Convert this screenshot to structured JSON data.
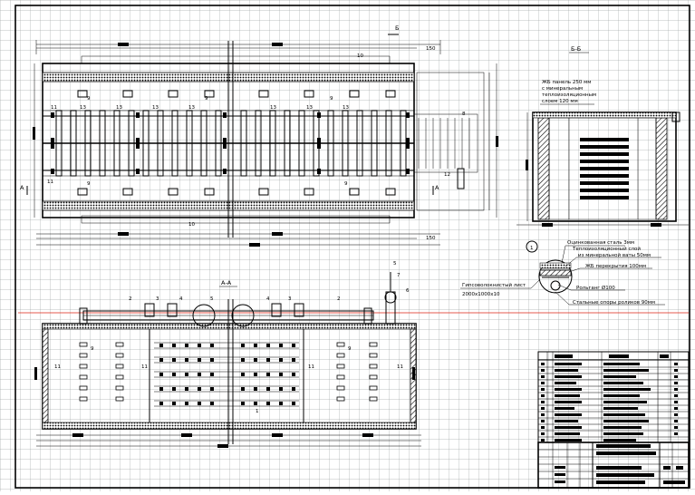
{
  "section_bb_label": "Б-Б",
  "section_aa_label": "А-А",
  "section_a_mark": "А",
  "section_b_mark": "Б",
  "dim_150": "150",
  "note_panel_1": "ЖБ панель 250 мм",
  "note_panel_2": "с минеральным",
  "note_panel_3": "теплоизоляционным",
  "note_panel_4": "слоем 120 мм",
  "detail_number": "1",
  "callouts": [
    "Оцинкованная сталь 3мм",
    "Теплоизоляционный слой",
    "из минеральной ваты 50мм",
    "ЖБ перекрытия 100мм",
    "Рольганг Ø100",
    "Стальные опоры роликов 90мм"
  ],
  "gypsum_1": "Гипсоволокнистый лист",
  "gypsum_2": "2000х1000х10",
  "pos": {
    "p1": "1",
    "p2": "2",
    "p3": "3",
    "p4": "4",
    "p5": "5",
    "p6": "6",
    "p7": "7",
    "p8": "8",
    "p9": "9",
    "p10": "10",
    "p11": "11",
    "p12": "12",
    "p13": "13"
  },
  "colors": {
    "grid": "#9aa0a0",
    "ink": "#000000",
    "axis": "#d22211"
  }
}
